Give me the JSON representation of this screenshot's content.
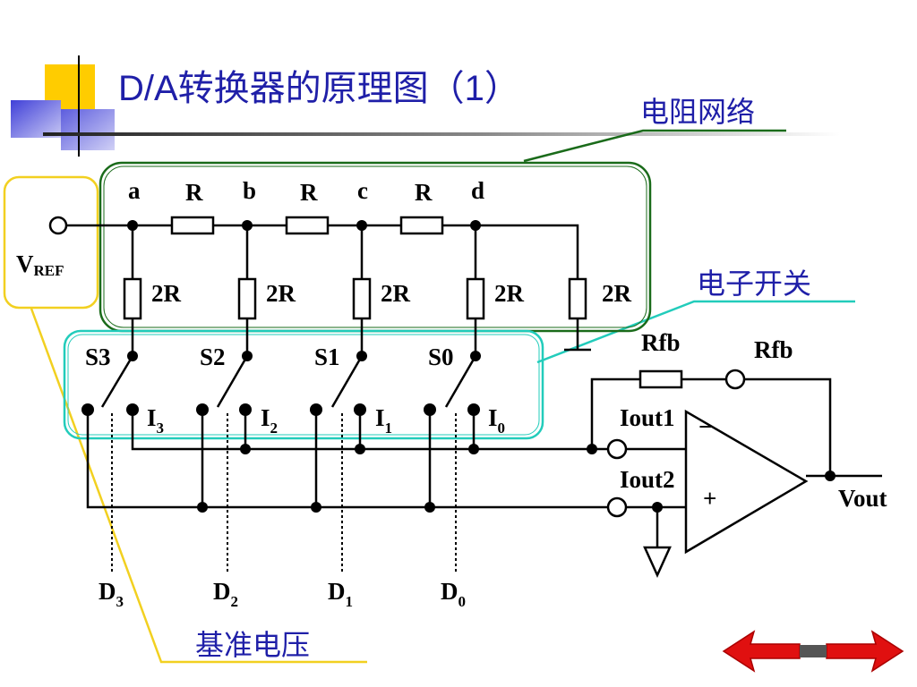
{
  "title": "D/A转换器的原理图（1）",
  "callouts": {
    "resistor_network": "电阻网络",
    "electronic_switch": "电子开关",
    "reference_voltage": "基准电压"
  },
  "vref": {
    "main": "V",
    "sub": "REF"
  },
  "nodes": [
    "a",
    "b",
    "c",
    "d"
  ],
  "series_resistor": "R",
  "shunt_resistor": "2R",
  "switches": [
    "S3",
    "S2",
    "S1",
    "S0"
  ],
  "currents": [
    {
      "main": "I",
      "sub": "3"
    },
    {
      "main": "I",
      "sub": "2"
    },
    {
      "main": "I",
      "sub": "1"
    },
    {
      "main": "I",
      "sub": "0"
    }
  ],
  "data_bits": [
    {
      "main": "D",
      "sub": "3"
    },
    {
      "main": "D",
      "sub": "2"
    },
    {
      "main": "D",
      "sub": "1"
    },
    {
      "main": "D",
      "sub": "0"
    }
  ],
  "opamp": {
    "rfb_resistor": "Rfb",
    "rfb_terminal": "Rfb",
    "iout1": "Iout1",
    "iout2": "Iout2",
    "minus": "−",
    "plus": "+",
    "output": "Vout"
  },
  "nav": {
    "prev": "previous-slide",
    "next": "next-slide"
  },
  "colors": {
    "title": "#1f1fa8",
    "resistor_network_box": "#1a6b1a",
    "switch_box": "#22ccbb",
    "vref_box": "#f2d020",
    "nav_arrows": "#e01010"
  }
}
